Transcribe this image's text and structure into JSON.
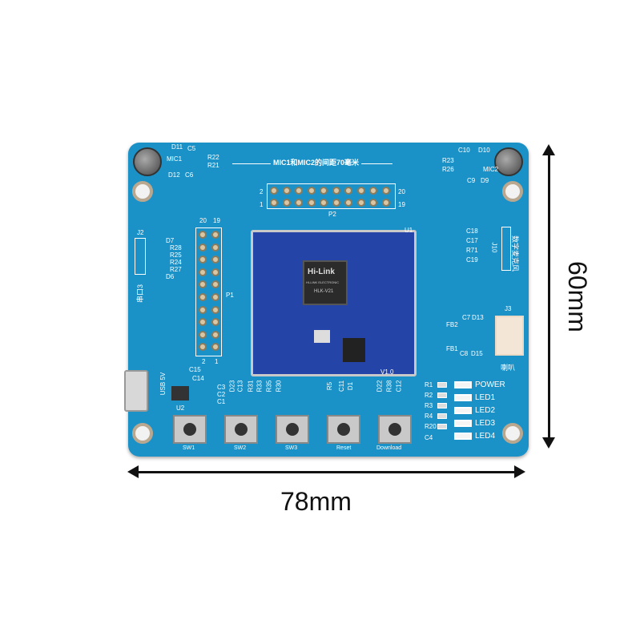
{
  "dimensions": {
    "width": "78mm",
    "height": "60mm"
  },
  "board": {
    "title_silk": "MIC1和MIC2的间距70毫米",
    "top_left": [
      "D11",
      "MIC1",
      "C5",
      "R22",
      "R21",
      "D12",
      "C6"
    ],
    "top_right": [
      "C10",
      "D10",
      "MIC2",
      "R23",
      "R26",
      "C9",
      "D9"
    ],
    "p2": {
      "name": "P2",
      "pins": [
        "2",
        "20",
        "1",
        "19"
      ]
    },
    "p1": {
      "name": "P1",
      "pins": [
        "20",
        "19",
        "2",
        "1"
      ]
    },
    "left": {
      "j2": "J2",
      "items": [
        "D7",
        "R28",
        "R25",
        "R24",
        "R27",
        "D6"
      ],
      "uart": "串口3"
    },
    "usb": [
      "USB 5V",
      "C15",
      "C14",
      "U2",
      "C3",
      "C2",
      "C1"
    ],
    "mid_parts": [
      "D23",
      "C13",
      "R31",
      "R33",
      "R35",
      "R30",
      "R5",
      "C11",
      "D1",
      "D22",
      "R38",
      "C12"
    ],
    "right_mic": {
      "items": [
        "C18",
        "C17",
        "R71",
        "C19"
      ],
      "j10": "J10",
      "label": "数字麦克风"
    },
    "speaker": {
      "items": [
        "FB2",
        "C7",
        "D13",
        "FB1",
        "C8",
        "D15"
      ],
      "j3": "J3",
      "label": "喇叭"
    },
    "module": {
      "name": "U1",
      "brand": "Hi-Link",
      "sub": "HI-LINK ELECTRONIC",
      "model": "HLK-V21",
      "version": "V1.0"
    },
    "buttons": [
      "SW1",
      "SW2",
      "SW3",
      "Reset",
      "Download"
    ],
    "leds": [
      {
        "r": "R1",
        "label": "POWER"
      },
      {
        "r": "R2",
        "label": "LED1"
      },
      {
        "r": "R3",
        "label": "LED2"
      },
      {
        "r": "R4",
        "label": "LED3"
      },
      {
        "r": "R20",
        "label": "LED4"
      }
    ],
    "c4": "C4"
  }
}
